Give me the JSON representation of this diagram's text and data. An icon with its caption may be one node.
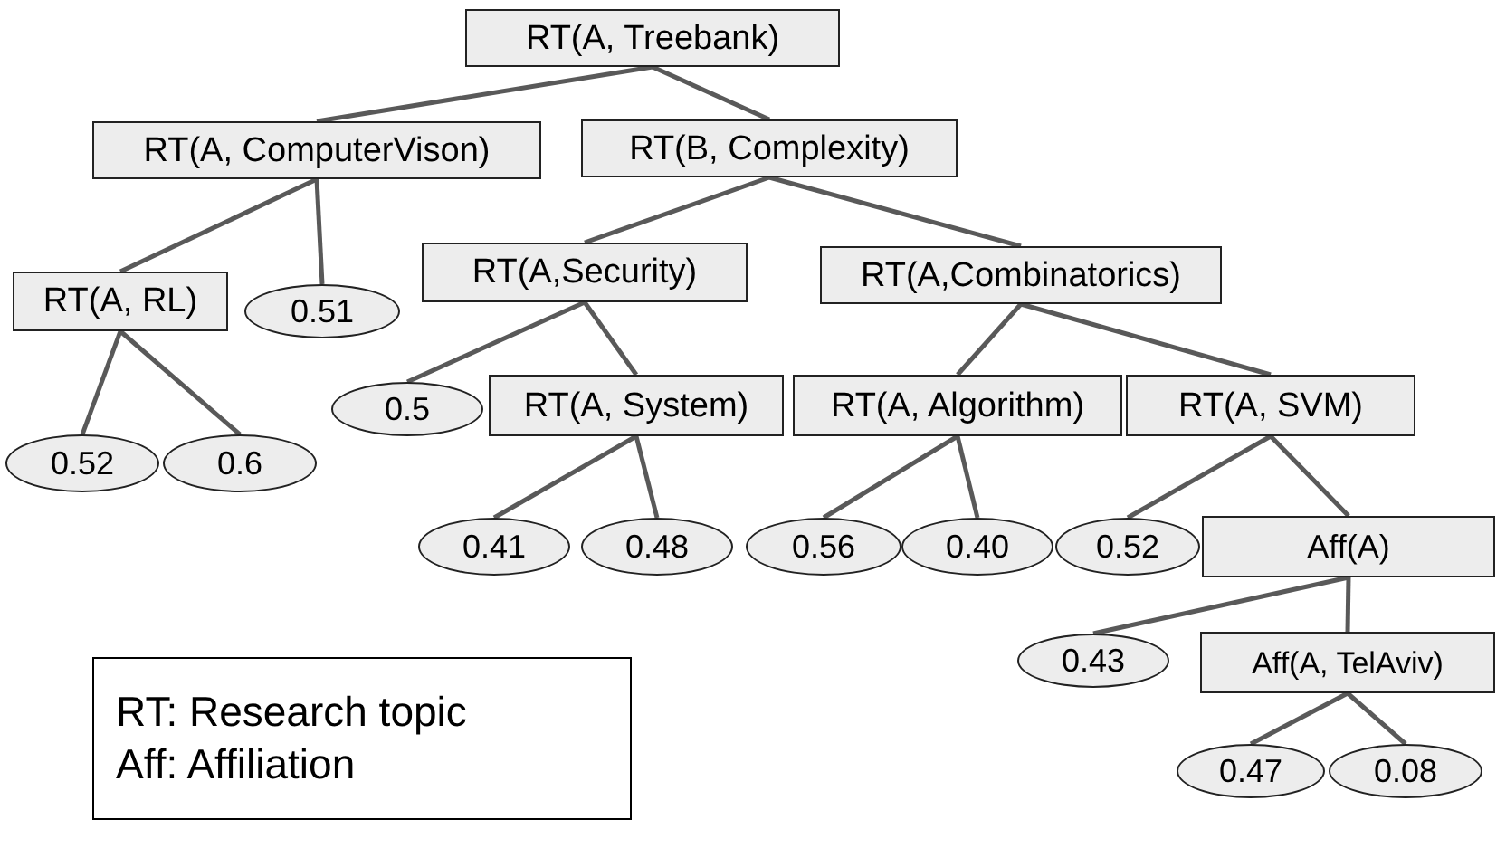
{
  "diagram": {
    "nodes": [
      {
        "text": [
          "RT(A, Treebank)"
        ]
      },
      {
        "text": [
          "RT(A, ComputerVison)"
        ]
      },
      {
        "text": [
          "RT(B, Complexity)"
        ]
      },
      {
        "text": [
          "RT(A, RL)"
        ]
      },
      {
        "text": [
          "0.51"
        ]
      },
      {
        "text": [
          "RT(A,Security)"
        ]
      },
      {
        "text": [
          "RT(A,Combinatorics)"
        ]
      },
      {
        "text": [
          "0.5"
        ]
      },
      {
        "text": [
          "RT(A, System)"
        ]
      },
      {
        "text": [
          "RT(A, Algorithm)"
        ]
      },
      {
        "text": [
          "RT(A, SVM)"
        ]
      },
      {
        "text": [
          "0.52"
        ]
      },
      {
        "text": [
          "0.6"
        ]
      },
      {
        "text": [
          "0.41"
        ]
      },
      {
        "text": [
          "0.48"
        ]
      },
      {
        "text": [
          "0.56"
        ]
      },
      {
        "text": [
          "0.40"
        ]
      },
      {
        "text": [
          "0.52"
        ]
      },
      {
        "text": [
          "Aff(A)"
        ]
      },
      {
        "text": [
          "0.43"
        ]
      },
      {
        "text": [
          "Aff(A, TelAviv)"
        ]
      },
      {
        "text": [
          "0.47"
        ]
      },
      {
        "text": [
          "0.08"
        ]
      },
      {
        "text": [
          "RT: Research topic",
          "Aff: Affiliation"
        ]
      }
    ],
    "edges": [
      {
        "from": 0,
        "to": 1,
        "arrow": "none"
      },
      {
        "from": 0,
        "to": 2,
        "arrow": "none"
      },
      {
        "from": 1,
        "to": 3,
        "arrow": "none"
      },
      {
        "from": 1,
        "to": 4,
        "arrow": "none"
      },
      {
        "from": 2,
        "to": 5,
        "arrow": "none"
      },
      {
        "from": 2,
        "to": 6,
        "arrow": "none"
      },
      {
        "from": 3,
        "to": 11,
        "arrow": "none"
      },
      {
        "from": 3,
        "to": 12,
        "arrow": "none"
      },
      {
        "from": 5,
        "to": 7,
        "arrow": "none"
      },
      {
        "from": 5,
        "to": 8,
        "arrow": "none"
      },
      {
        "from": 6,
        "to": 9,
        "arrow": "none"
      },
      {
        "from": 6,
        "to": 10,
        "arrow": "none"
      },
      {
        "from": 8,
        "to": 13,
        "arrow": "none"
      },
      {
        "from": 8,
        "to": 14,
        "arrow": "none"
      },
      {
        "from": 9,
        "to": 15,
        "arrow": "none"
      },
      {
        "from": 9,
        "to": 16,
        "arrow": "none"
      },
      {
        "from": 10,
        "to": 17,
        "arrow": "none"
      },
      {
        "from": 10,
        "to": 18,
        "arrow": "none"
      },
      {
        "from": 18,
        "to": 19,
        "arrow": "none"
      },
      {
        "from": 18,
        "to": 20,
        "arrow": "none"
      },
      {
        "from": 20,
        "to": 21,
        "arrow": "none"
      },
      {
        "from": 20,
        "to": 22,
        "arrow": "none"
      }
    ]
  }
}
